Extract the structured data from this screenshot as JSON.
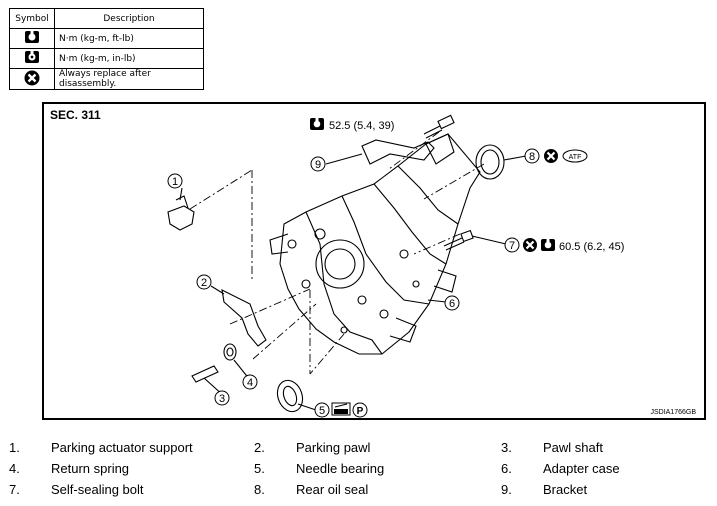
{
  "legend": {
    "header_symbol": "Symbol",
    "header_description": "Description",
    "rows": [
      {
        "icon": "torque-wrench-icon",
        "description": "N·m (kg-m, ft-lb)"
      },
      {
        "icon": "torque-wrench-inlb-icon",
        "description": "N·m (kg-m, in-lb)"
      },
      {
        "icon": "replace-x-icon",
        "description": "Always replace after disassembly."
      }
    ]
  },
  "diagram": {
    "section": "SEC. 311",
    "code": "JSDIA1766GB",
    "torque_top": "52.5 (5.4, 39)",
    "torque_right": "60.5 (6.2, 45)",
    "atf_label": "ATF",
    "grease_label": "P",
    "callouts": [
      "1",
      "2",
      "3",
      "4",
      "5",
      "6",
      "7",
      "8",
      "9"
    ]
  },
  "parts": [
    {
      "num": "1.",
      "name": "Parking actuator support"
    },
    {
      "num": "2.",
      "name": "Parking pawl"
    },
    {
      "num": "3.",
      "name": "Pawl shaft"
    },
    {
      "num": "4.",
      "name": "Return spring"
    },
    {
      "num": "5.",
      "name": "Needle bearing"
    },
    {
      "num": "6.",
      "name": "Adapter case"
    },
    {
      "num": "7.",
      "name": "Self-sealing bolt"
    },
    {
      "num": "8.",
      "name": "Rear oil seal"
    },
    {
      "num": "9.",
      "name": "Bracket"
    }
  ]
}
